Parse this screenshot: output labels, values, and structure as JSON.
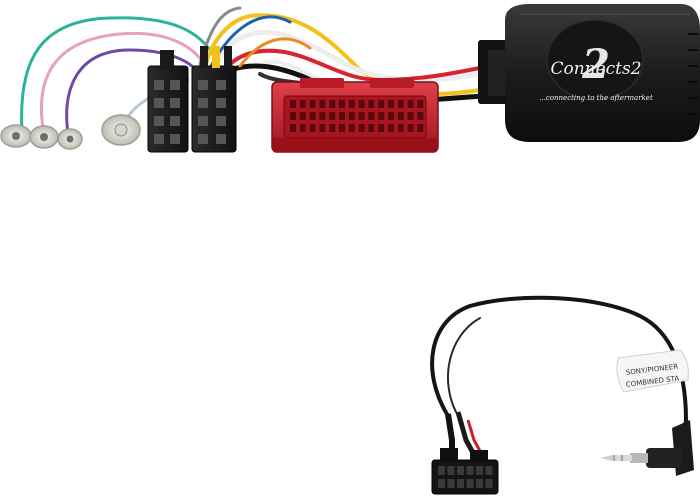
{
  "product": {
    "brand_logo": "Connects2",
    "tagline": "...connecting to the aftermarket",
    "cable_tag_line1": "SONY/PIONEER",
    "cable_tag_line2": "COMBINED STA"
  },
  "colors": {
    "interface_box": "#1c1c1c",
    "red_connector": "#c8202c",
    "iso_connector": "#1a1a1a",
    "wire_green": "#2bb39a",
    "wire_pink": "#e7a1b8",
    "wire_purple": "#6d4aa6",
    "wire_yellow": "#f2c21b",
    "wire_white": "#ededed"
  }
}
